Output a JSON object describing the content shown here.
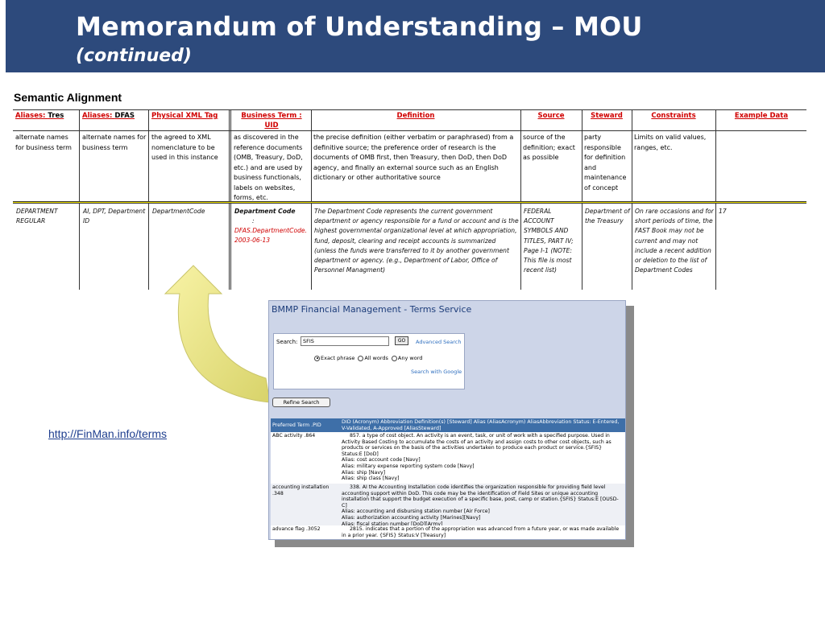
{
  "header": {
    "title": "Memorandum of Understanding – MOU",
    "subtitle": "(continued)",
    "bg_color": "#2d4a7c"
  },
  "section_label": "Semantic Alignment",
  "alignment_table": {
    "headers": [
      {
        "prefix": "Aliases: ",
        "name": "Tres"
      },
      {
        "prefix": "Aliases: ",
        "name": "DFAS"
      },
      {
        "prefix": "",
        "name": "Physical XML Tag"
      },
      {
        "prefix": "",
        "name": "Business Term : UID"
      },
      {
        "prefix": "",
        "name": "Definition"
      },
      {
        "prefix": "",
        "name": "Source"
      },
      {
        "prefix": "",
        "name": "Steward"
      },
      {
        "prefix": "",
        "name": "Constraints"
      },
      {
        "prefix": "",
        "name": "Example Data"
      }
    ],
    "description_row": [
      "alternate names for business term",
      "alternate names for business term",
      "the agreed to XML nomenclature to be used in this instance",
      "as discovered in the reference documents (OMB, Treasury, DoD, etc.) and are used by business functionals, labels on websites, forms, etc.",
      "the precise definition (either verbatim or paraphrased) from a definitive source; the preference order of research is the documents of OMB first, then Treasury, then DoD, then DoD agency, and finally an external source such as an English dictionary or other authoritative source",
      "source of the definition; exact as possible",
      "party responsible for definition and maintenance of concept",
      "Limits on valid values, ranges, etc.",
      ""
    ],
    "example_row": {
      "tres": "DEPARTMENT REGULAR",
      "dfas": "AI, DPT, Department ID",
      "xml_tag": "DepartmentCode",
      "business_term": "Department Code",
      "business_term_sep": ":",
      "uid": "DFAS.DepartmentCode.2003-06-13",
      "definition": "The Department Code represents the current government department or agency responsible for a fund or account and is the highest governmental organizational level at which appropriation, fund, deposit, clearing and receipt accounts is summarized (unless the funds were transferred to it by another government department or agency. (e.g., Department of Labor, Office of Personnel Managment)",
      "source": "FEDERAL ACCOUNT SYMBOLS AND TITLES, PART IV; Page I-1 (NOTE: This file is most recent list)",
      "steward": "Department of the Treasury",
      "constraints": "On rare occasions and for short periods of time, the FAST Book may not be current and may not include a recent addition or deletion to the list of Department Codes",
      "example_data": "17"
    }
  },
  "url_link": "http://FinMan.info/terms",
  "terms_service": {
    "title": "BMMP Financial Management - Terms Service",
    "search_label": "Search:",
    "search_value": "SFIS",
    "go_label": "GO",
    "advanced_search": "Advanced Search",
    "radio_options": [
      "Exact phrase",
      "All words",
      "Any word"
    ],
    "radio_selected": "Exact phrase",
    "search_google": "Search with Google",
    "refine_button": "Refine Search",
    "results_header": {
      "col1": "Preferred Term .PID",
      "col2": "DID (Acronym) Abbreviation Definition(s) [Steward] Alias (AliasAcronym) AliasAbbreviation Status: E-Entered, V-Validated, A-Approved [AliasSteward]"
    },
    "results": [
      {
        "term": "ABC activity .864",
        "lines": [
          "857. a type of cost object. An activity is an event, task, or unit of work with a specified purpose. Used in Activity Based Costing to accumulate the costs of an activity and assign costs to other cost objects, such as products or services on the basis of the activities undertaken to produce each product or service.{SFIS} Status:E [DoD]",
          "Alias: cost account code [Navy]",
          "Alias: military expense reporting system code [Navy]",
          "Alias: ship [Navy]",
          "Alias: ship class [Navy]"
        ]
      },
      {
        "term": "accounting installation .348",
        "lines": [
          "338. AI the Accounting Installation code identifies the organization responsible for providing field level accounting support within DoD. This code may be the identification of Field Sites or unique accounting installation that support the budget execution of a specific base, post, camp or station.{SFIS} Status:E [OUSD-C]",
          "Alias: accounting and disbursing station number [Air Force]",
          "Alias: authorization accounting activity [Marines][Navy]",
          "Alias: fiscal station number [DoD][Army]"
        ]
      },
      {
        "term": "advance flag .3052",
        "lines": [
          "2815. indicates that a portion of the appropriation was advanced from a future year, or was made available in a prior year. {SFIS} Status:V [Treasury]"
        ]
      }
    ]
  }
}
